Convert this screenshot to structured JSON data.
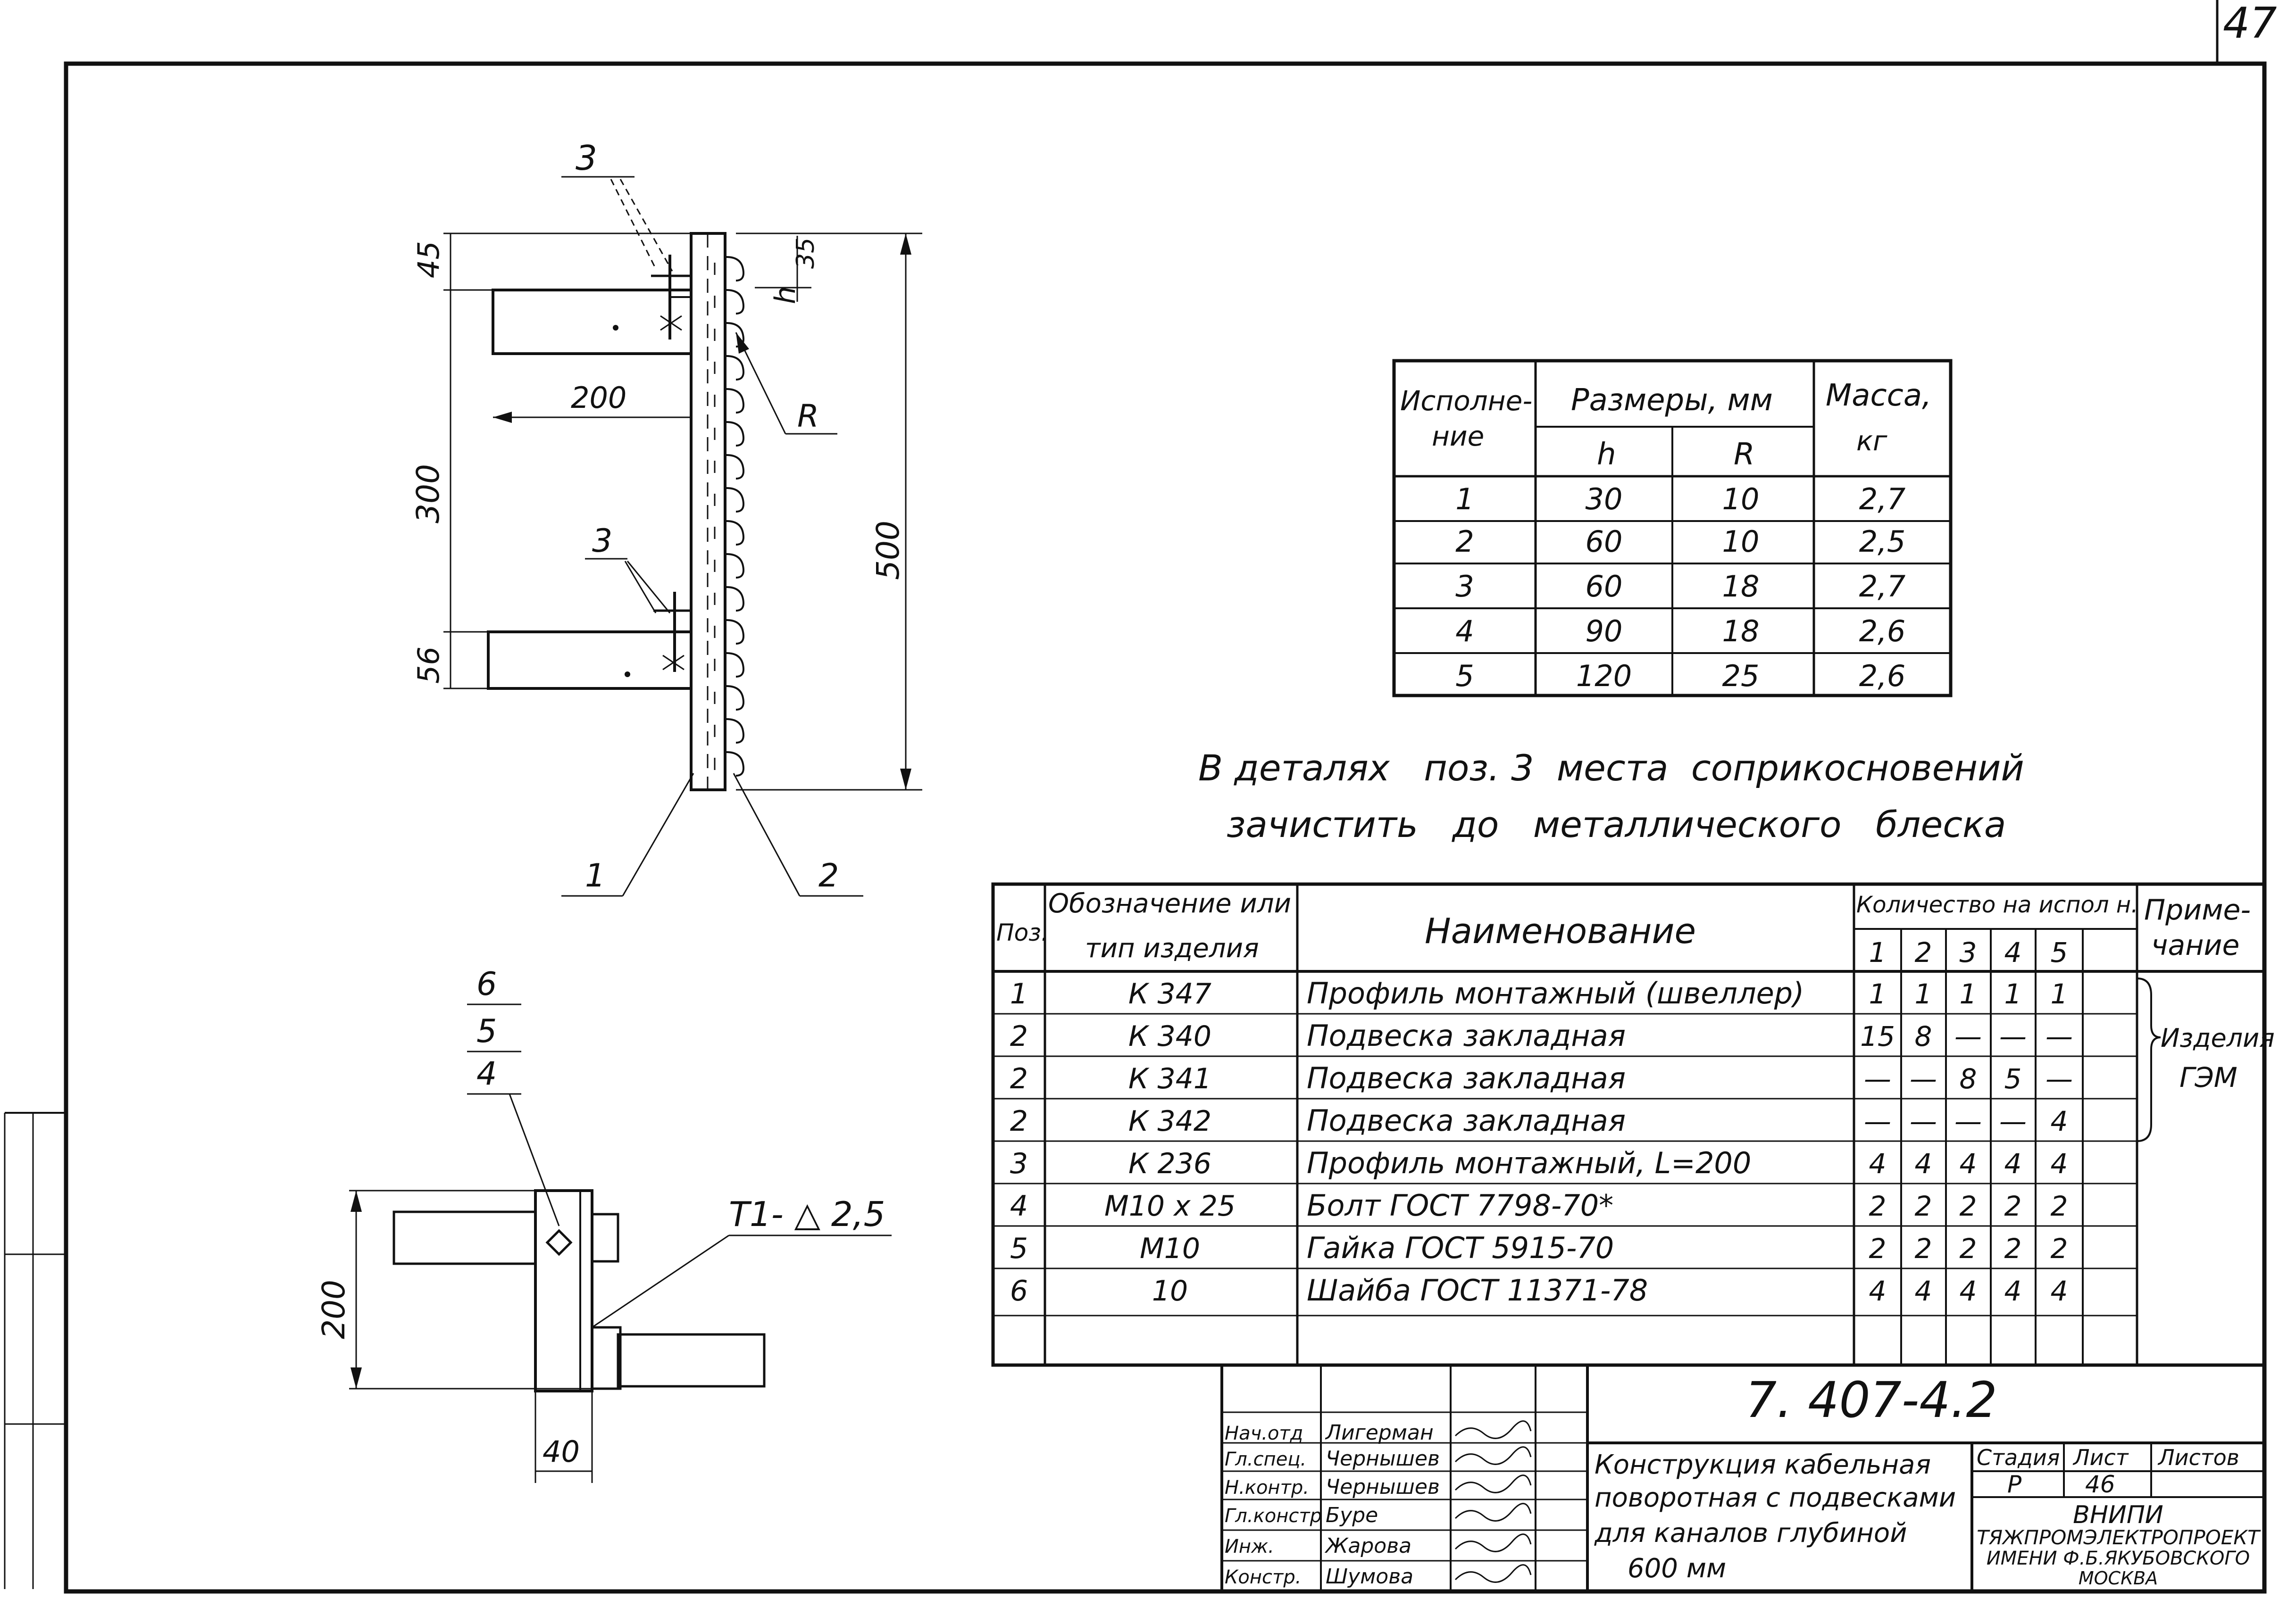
{
  "sheet_corner_number": "47",
  "top_view": {
    "callout_3_top": "3",
    "callout_3_bottom": "3",
    "dim_45": "45",
    "dim_35": "35",
    "dim_h": "h",
    "dim_200": "200",
    "dim_R": "R",
    "dim_300": "300",
    "dim_500": "500",
    "dim_56": "56",
    "callout_1": "1",
    "callout_2": "2"
  },
  "side_view": {
    "callout_6": "6",
    "callout_5": "5",
    "callout_4": "4",
    "weld_note": "T1- △ 2,5",
    "dim_200": "200",
    "dim_40": "40"
  },
  "variants_table": {
    "header_variant": [
      "Исполне-",
      "ние"
    ],
    "header_sizes": "Размеры, мм",
    "header_h": "h",
    "header_R": "R",
    "header_mass": [
      "Масса,",
      "кг"
    ],
    "rows": [
      [
        "1",
        "30",
        "10",
        "2,7"
      ],
      [
        "2",
        "60",
        "10",
        "2,5"
      ],
      [
        "3",
        "60",
        "18",
        "2,7"
      ],
      [
        "4",
        "90",
        "18",
        "2,6"
      ],
      [
        "5",
        "120",
        "25",
        "2,6"
      ]
    ]
  },
  "note": {
    "line1": "В деталях   поз. 3  места  соприкосновений",
    "line2": "зачистить   до   металлического   блеска"
  },
  "spec_table": {
    "h_pos": "Поз.",
    "h_designation": [
      "Обозначение или",
      "тип изделия"
    ],
    "h_name": "Наименование",
    "h_qty": "Количество на испол н.",
    "h_qty_cols": [
      "1",
      "2",
      "3",
      "4",
      "5"
    ],
    "h_note": [
      "Приме-",
      "чание"
    ],
    "rows": [
      {
        "pos": "1",
        "type": "К 347",
        "name": "Профиль монтажный (швеллер)",
        "q": [
          "1",
          "1",
          "1",
          "1",
          "1"
        ]
      },
      {
        "pos": "2",
        "type": "К 340",
        "name": "Подвеска закладная",
        "q": [
          "15",
          "8",
          "—",
          "—",
          "—"
        ]
      },
      {
        "pos": "2",
        "type": "К 341",
        "name": "Подвеска закладная",
        "q": [
          "—",
          "—",
          "8",
          "5",
          "—"
        ]
      },
      {
        "pos": "2",
        "type": "К 342",
        "name": "Подвеска закладная",
        "q": [
          "—",
          "—",
          "—",
          "—",
          "4"
        ]
      },
      {
        "pos": "3",
        "type": "К 236",
        "name": "Профиль монтажный, L=200",
        "q": [
          "4",
          "4",
          "4",
          "4",
          "4"
        ]
      },
      {
        "pos": "4",
        "type": "М10 х 25",
        "name": "Болт ГОСТ 7798-70*",
        "q": [
          "2",
          "2",
          "2",
          "2",
          "2"
        ]
      },
      {
        "pos": "5",
        "type": "М10",
        "name": "Гайка ГОСТ 5915-70",
        "q": [
          "2",
          "2",
          "2",
          "2",
          "2"
        ]
      },
      {
        "pos": "6",
        "type": "10",
        "name": "Шайба ГОСТ 11371-78",
        "q": [
          "4",
          "4",
          "4",
          "4",
          "4"
        ]
      }
    ],
    "note_text": [
      "Изделия",
      "ГЭМ"
    ]
  },
  "title_block": {
    "doc_number": "7. 407-4.2",
    "roles": [
      "Нач.отд",
      "Гл.спец.",
      "Н.контр.",
      "Гл.констр",
      "Инж.",
      "Констр."
    ],
    "names": [
      "Лигерман",
      "Чернышев",
      "Чернышев",
      "Буре",
      "Жарова",
      "Шумова"
    ],
    "title_lines": [
      "Конструкция кабельная",
      "поворотная с подвесками",
      "для каналов глубиной",
      "600 мм"
    ],
    "stage_label": "Стадия",
    "sheet_label": "Лист",
    "sheets_label": "Листов",
    "stage_value": "Р",
    "sheet_value": "46",
    "org_lines": [
      "ВНИПИ",
      "ТЯЖПРОМЭЛЕКТРОПРОЕКТ",
      "ИМЕНИ Ф.Б.ЯКУБОВСКОГО",
      "МОСКВА"
    ]
  }
}
